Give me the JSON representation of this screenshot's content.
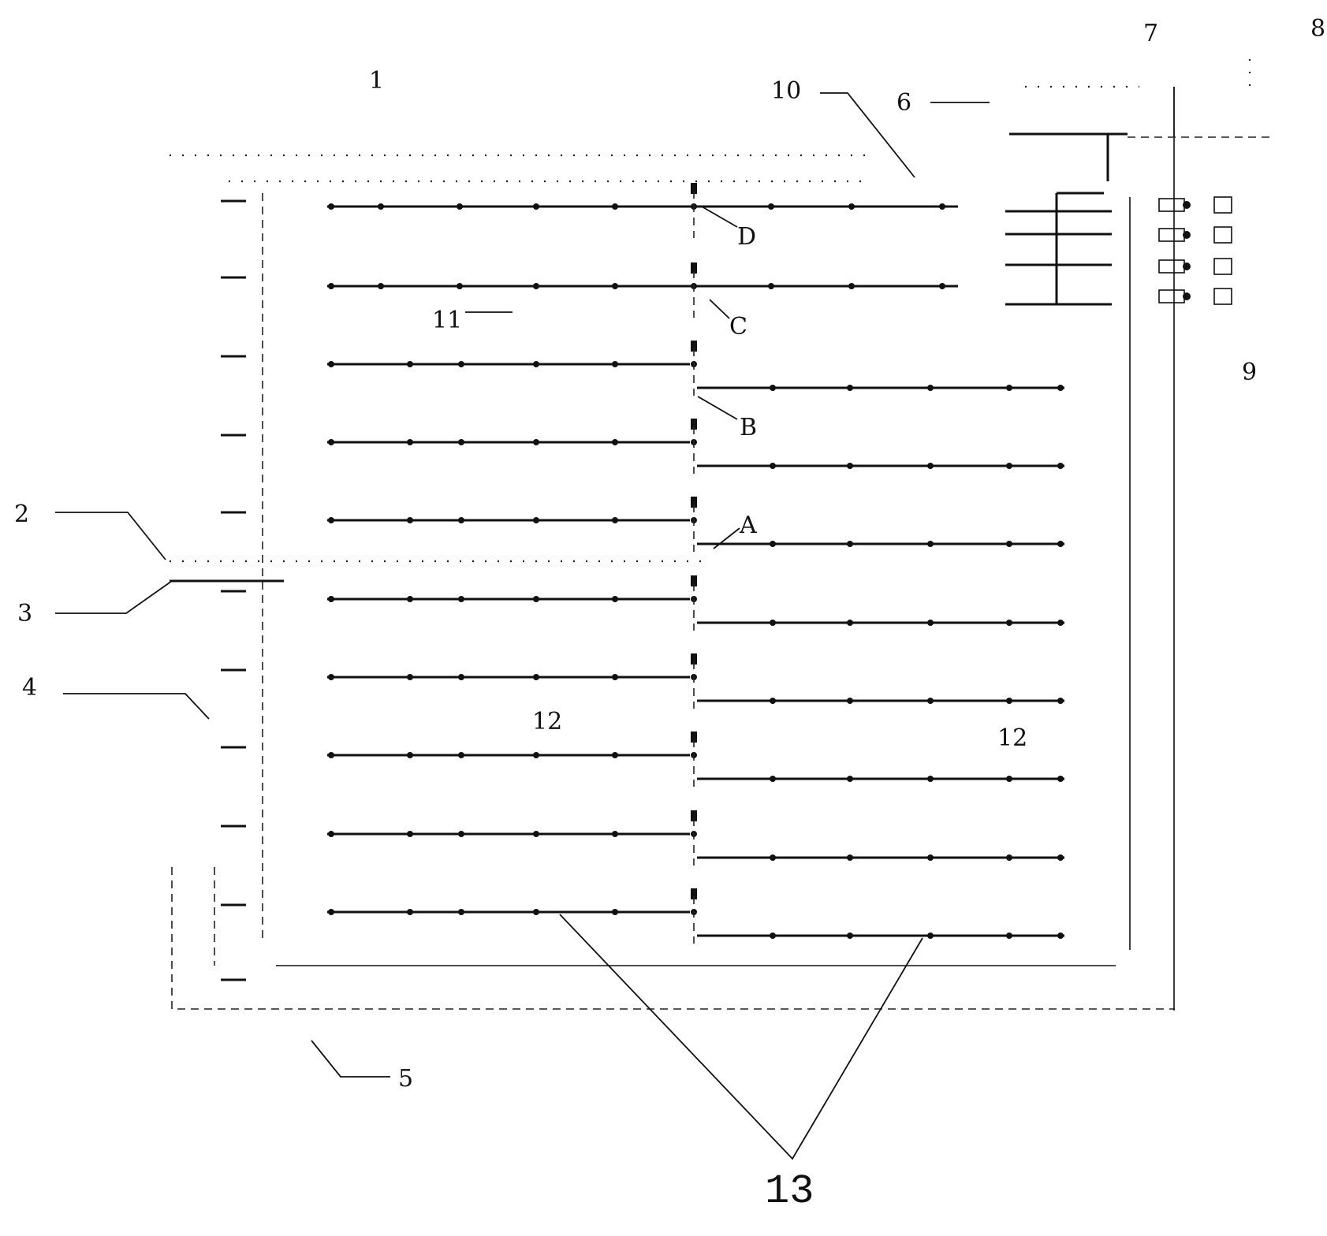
{
  "labels": {
    "n1": "1",
    "n2": "2",
    "n3": "3",
    "n4": "4",
    "n5": "5",
    "n6": "6",
    "n7": "7",
    "n8": "8",
    "n9": "9",
    "n10": "10",
    "n11": "11",
    "n12_left": "12",
    "n12_right": "12",
    "n13": "13",
    "A": "A",
    "B": "B",
    "C": "C",
    "D": "D"
  },
  "colors": {
    "line": "#111111",
    "background": "#ffffff"
  }
}
